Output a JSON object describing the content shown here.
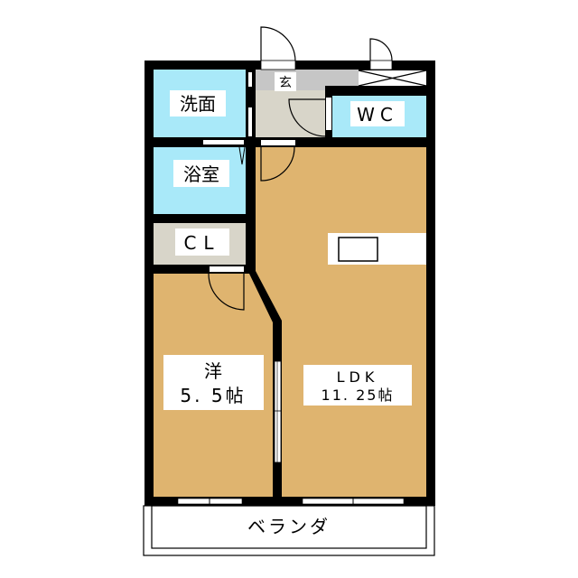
{
  "rooms": {
    "washroom": "洗面",
    "entrance": "玄",
    "toilet": "WC",
    "bath": "浴室",
    "closet": "CL",
    "western_room_name": "洋",
    "western_room_size": "5. 5帖",
    "ldk_name": "LDK",
    "ldk_size": "11. 25帖",
    "balcony": "ベランダ"
  },
  "colors": {
    "wet_area": "#a9e9f9",
    "floor": "#dfb46f",
    "storage": "#d8d5c9",
    "entrance_top": "#c6c6c6",
    "wall": "#000000"
  }
}
